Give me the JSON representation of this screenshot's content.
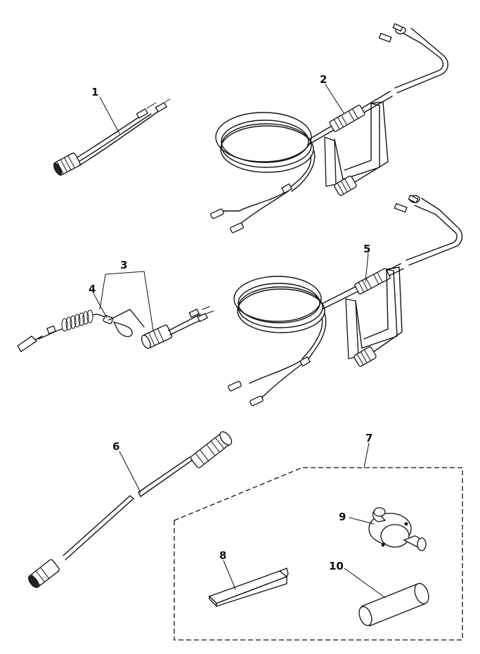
{
  "diagram": {
    "labels": [
      {
        "id": "part-1",
        "text": "1"
      },
      {
        "id": "part-2",
        "text": "2"
      },
      {
        "id": "part-3",
        "text": "3"
      },
      {
        "id": "part-4",
        "text": "4"
      },
      {
        "id": "part-5",
        "text": "5"
      },
      {
        "id": "part-6",
        "text": "6"
      },
      {
        "id": "part-7",
        "text": "7"
      },
      {
        "id": "part-8",
        "text": "8"
      },
      {
        "id": "part-9",
        "text": "9"
      },
      {
        "id": "part-10",
        "text": "10"
      }
    ]
  },
  "colors": {
    "ink": "#111111",
    "paper": "#ffffff"
  }
}
